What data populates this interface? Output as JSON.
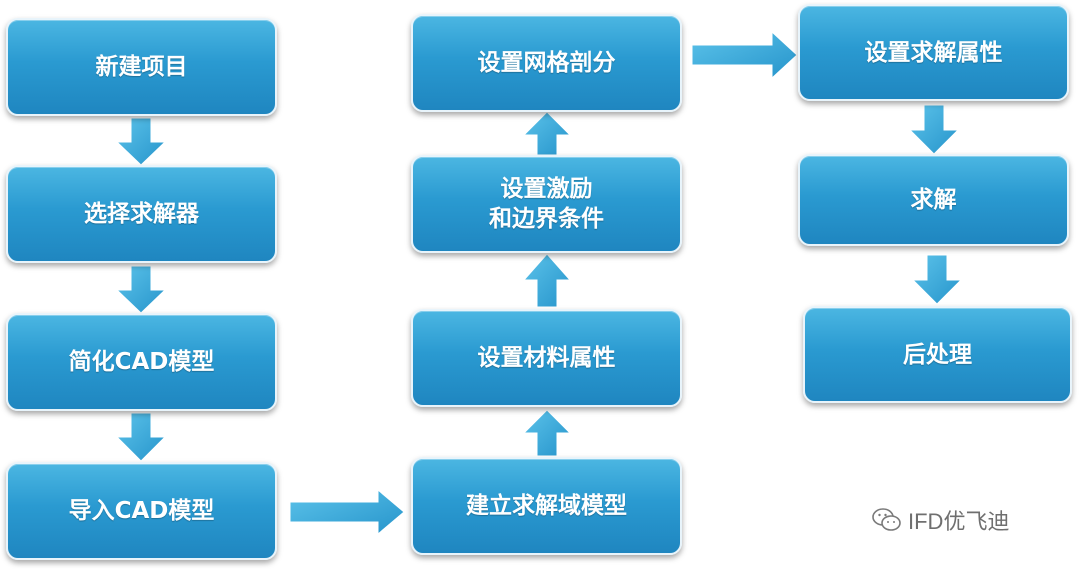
{
  "steps": {
    "new_project": "新建项目",
    "select_solver": "选择求解器",
    "simplify_cad": "简化CAD模型",
    "import_cad": "导入CAD模型",
    "build_domain": "建立求解域模型",
    "set_material": "设置材料属性",
    "set_excitation_line1": "设置激励",
    "set_excitation_line2": "和边界条件",
    "set_mesh": "设置网格剖分",
    "set_solve_props": "设置求解属性",
    "solve": "求解",
    "postprocess": "后处理"
  },
  "watermark": {
    "icon": "wechat-icon",
    "text": "IFD优飞迪"
  },
  "colors": {
    "box_fill": "#2a9ad1",
    "arrow_fill": "#33a4d6",
    "box_border": "#e8f4fb"
  }
}
